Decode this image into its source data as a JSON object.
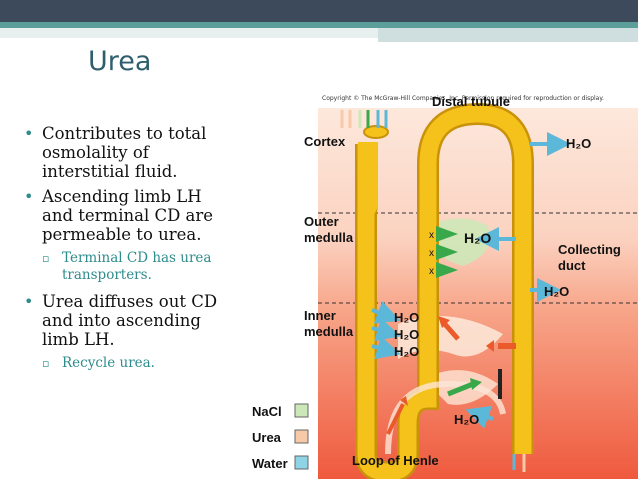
{
  "slide": {
    "title": "Urea",
    "bullets": [
      {
        "text": "Contributes to total osmolality of interstitial fluid."
      },
      {
        "text": "Ascending limb LH and terminal CD are permeable to urea."
      },
      {
        "text": "Terminal CD has urea transporters.",
        "sub": true
      },
      {
        "text": "Urea diffuses out CD and into ascending limb LH."
      },
      {
        "text": "Recycle urea.",
        "sub": true
      }
    ]
  },
  "figure": {
    "copyright": "Copyright © The McGraw-Hill Companies, Inc. Permission required for reproduction or display.",
    "labels": {
      "distal": "Distal tubule",
      "cortex": "Cortex",
      "outer1": "Outer",
      "outer2": "medulla",
      "inner1": "Inner",
      "inner2": "medulla",
      "collecting1": "Collecting",
      "collecting2": "duct",
      "loop": "Loop of Henle",
      "h2o": "H₂O",
      "x": "x"
    },
    "legend": [
      {
        "label": "NaCl",
        "color": "#cde8b8"
      },
      {
        "label": "Urea",
        "color": "#f7c9a8"
      },
      {
        "label": "Water",
        "color": "#8ed3e6"
      }
    ],
    "colors": {
      "tubule": "#f4c21a",
      "tubule_edge": "#c9920a",
      "cortex_bg": "#fde8dc",
      "inner_bg": "#ef5a3e",
      "nacl_arrow": "#39a84a",
      "urea_arrow": "#ea5a2a",
      "water_arrow": "#5bb8d8"
    }
  }
}
